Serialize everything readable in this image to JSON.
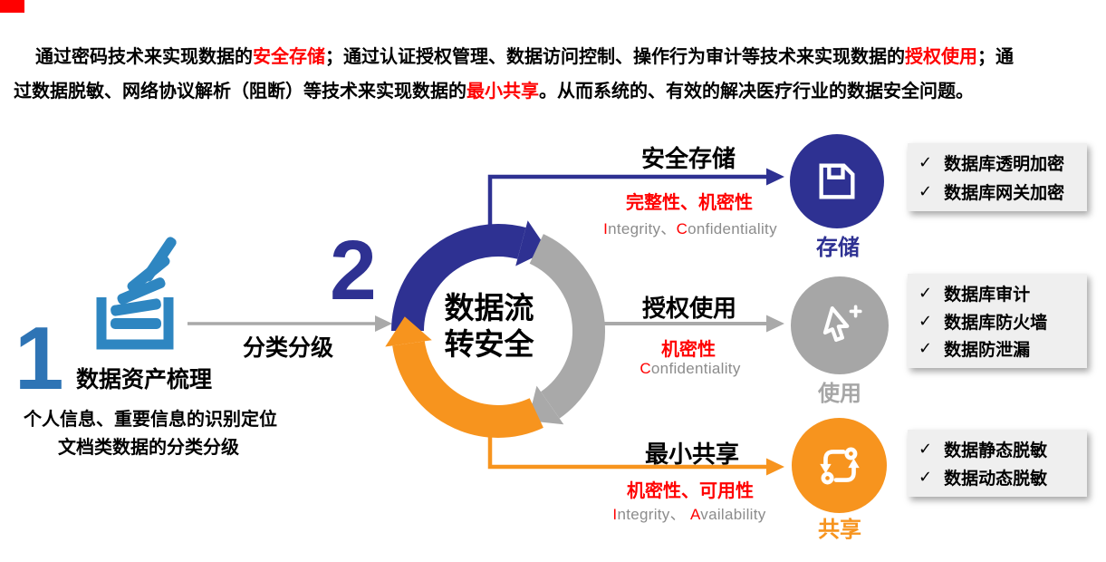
{
  "intro": {
    "line1": [
      {
        "t": "通过密码技术来实现数据的",
        "red": false
      },
      {
        "t": "安全存储",
        "red": true
      },
      {
        "t": "；通过认证授权管理、数据访问控制、操作行为审计等技术来实现数据的",
        "red": false
      },
      {
        "t": "授权使用",
        "red": true
      },
      {
        "t": "；通",
        "red": false
      }
    ],
    "line2": [
      {
        "t": "过数据脱敏、网络协议解析（阻断）等技术来实现数据的",
        "red": false
      },
      {
        "t": "最小共享",
        "red": true
      },
      {
        "t": "。从而系统的、有效的解决医疗行业的数据安全问题。",
        "red": false
      }
    ]
  },
  "step1": {
    "number": "1",
    "title": "数据资产梳理",
    "desc1": "个人信息、重要信息的识别定位",
    "desc2": "文档类数据的分类分级",
    "arrow_label": "分类分级"
  },
  "step2": {
    "number": "2",
    "center_line1": "数据流",
    "center_line2": "转安全"
  },
  "branches": {
    "storage": {
      "title": "安全存储",
      "attrs_cn": "完整性、机密性",
      "attrs_en": [
        {
          "t": "I",
          "red": true
        },
        {
          "t": "ntegrity、",
          "red": false
        },
        {
          "t": "C",
          "red": true
        },
        {
          "t": "onfidentiality",
          "red": false
        }
      ],
      "circle_label": "存储"
    },
    "usage": {
      "title": "授权使用",
      "attrs_cn": "机密性",
      "attrs_en": [
        {
          "t": "C",
          "red": true
        },
        {
          "t": "onfidentiality",
          "red": false
        }
      ],
      "circle_label": "使用"
    },
    "share": {
      "title": "最小共享",
      "attrs_cn": "机密性、可用性",
      "attrs_en": [
        {
          "t": "I",
          "red": true
        },
        {
          "t": "ntegrity、 ",
          "red": false
        },
        {
          "t": "A",
          "red": true
        },
        {
          "t": "vailability",
          "red": false
        }
      ],
      "circle_label": "共享"
    }
  },
  "boxes": {
    "storage": {
      "items": [
        "数据库透明加密",
        "数据库网关加密"
      ]
    },
    "usage": {
      "items": [
        "数据库审计",
        "数据库防火墙",
        "数据防泄漏"
      ]
    },
    "share": {
      "items": [
        "数据静态脱敏",
        "数据动态脱敏"
      ]
    }
  },
  "icons": {
    "check": "✓"
  },
  "colors": {
    "dark_blue": "#2E3192",
    "step1_blue": "#2E74B5",
    "stack_blue": "#2E86C1",
    "orange": "#F7941E",
    "gray": "#A6A6A6",
    "red": "#FF0000",
    "box_bg": "#EFEFEF",
    "en_gray": "#8C8C8C",
    "corner_marker": "#FF0000"
  }
}
